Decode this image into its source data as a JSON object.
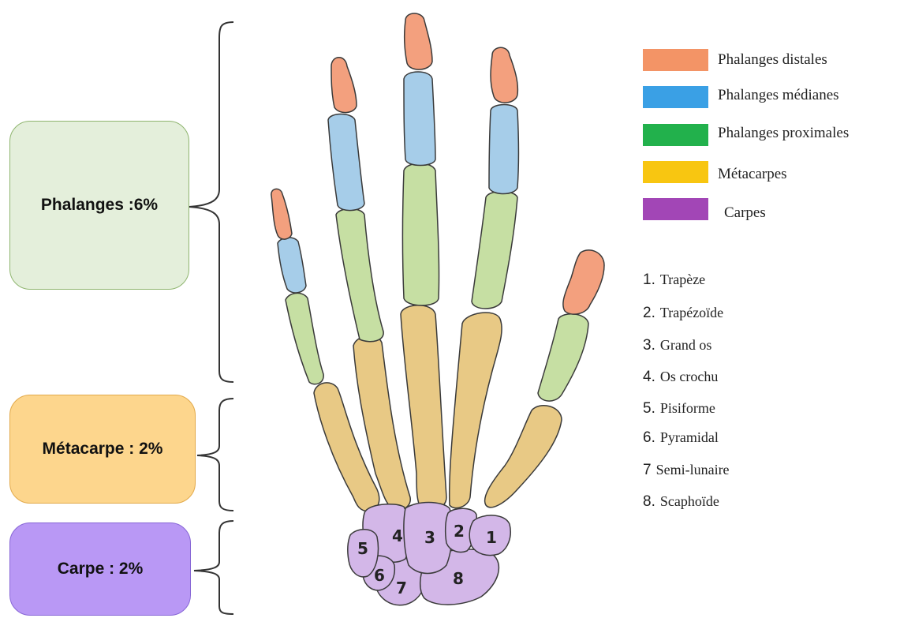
{
  "boxes": {
    "phalanges": "Phalanges :6%",
    "metacarpe": "Métacarpe : 2%",
    "carpe": "Carpe : 2%"
  },
  "legend": [
    {
      "label": "Phalanges distales",
      "color": "#f39466"
    },
    {
      "label": "Phalanges médianes",
      "color": "#3aa0e5"
    },
    {
      "label": "Phalanges proximales",
      "color": "#22b14c"
    },
    {
      "label": "Métacarpes",
      "color": "#f8c611"
    },
    {
      "label": "Carpes",
      "color": "#a246b6"
    }
  ],
  "carpal_list": [
    {
      "num": "1.",
      "name": "Trapèze"
    },
    {
      "num": "2.",
      "name": "Trapézoïde"
    },
    {
      "num": "3.",
      "name": "Grand os"
    },
    {
      "num": "4.",
      "name": "Os crochu"
    },
    {
      "num": "5.",
      "name": "Pisiforme"
    },
    {
      "num": "6.",
      "name": "Pyramidal"
    },
    {
      "num": "7",
      "name": "Semi-lunaire"
    },
    {
      "num": "8.",
      "name": "Scaphoïde"
    }
  ],
  "carpal_labels": [
    "1",
    "2",
    "3",
    "4",
    "5",
    "6",
    "7",
    "8"
  ]
}
